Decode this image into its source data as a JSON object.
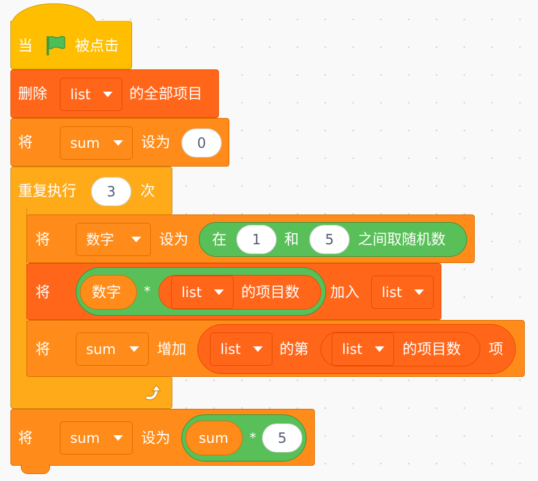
{
  "blocks": {
    "hat": {
      "when_label": "当",
      "clicked_label": "被点击"
    },
    "delete_all": {
      "prefix": "删除",
      "list": "list",
      "suffix": "的全部项目"
    },
    "set_sum": {
      "prefix": "将",
      "var": "sum",
      "mid": "设为",
      "value": "0"
    },
    "repeat": {
      "prefix": "重复执行",
      "count": "3",
      "suffix": "次"
    },
    "set_num": {
      "prefix": "将",
      "var": "数字",
      "mid": "设为",
      "random": {
        "prefix": "在",
        "from": "1",
        "and": "和",
        "to": "5",
        "suffix": "之间取随机数"
      }
    },
    "add_to_list": {
      "prefix": "将",
      "mul_var": "数字",
      "op": "*",
      "length_list": "list",
      "length_suffix": "的项目数",
      "mid": "加入",
      "target_list": "list"
    },
    "change_sum": {
      "prefix": "将",
      "var": "sum",
      "mid": "增加",
      "item_list": "list",
      "item_of": "的第",
      "len_list": "list",
      "len_suffix": "的项目数",
      "suffix": "项"
    },
    "set_sum_final": {
      "prefix": "将",
      "var": "sum",
      "mid": "设为",
      "mul_var": "sum",
      "op": "*",
      "value": "5"
    }
  },
  "icons": [
    "green-flag-icon",
    "dropdown-arrow-icon",
    "loop-arrow-icon"
  ],
  "colors": {
    "events": "#ffbf00",
    "control": "#ffab19",
    "variables": "#ff8c1a",
    "lists": "#ff661a",
    "operators": "#59c059",
    "flag_green": "#4cbf56"
  }
}
